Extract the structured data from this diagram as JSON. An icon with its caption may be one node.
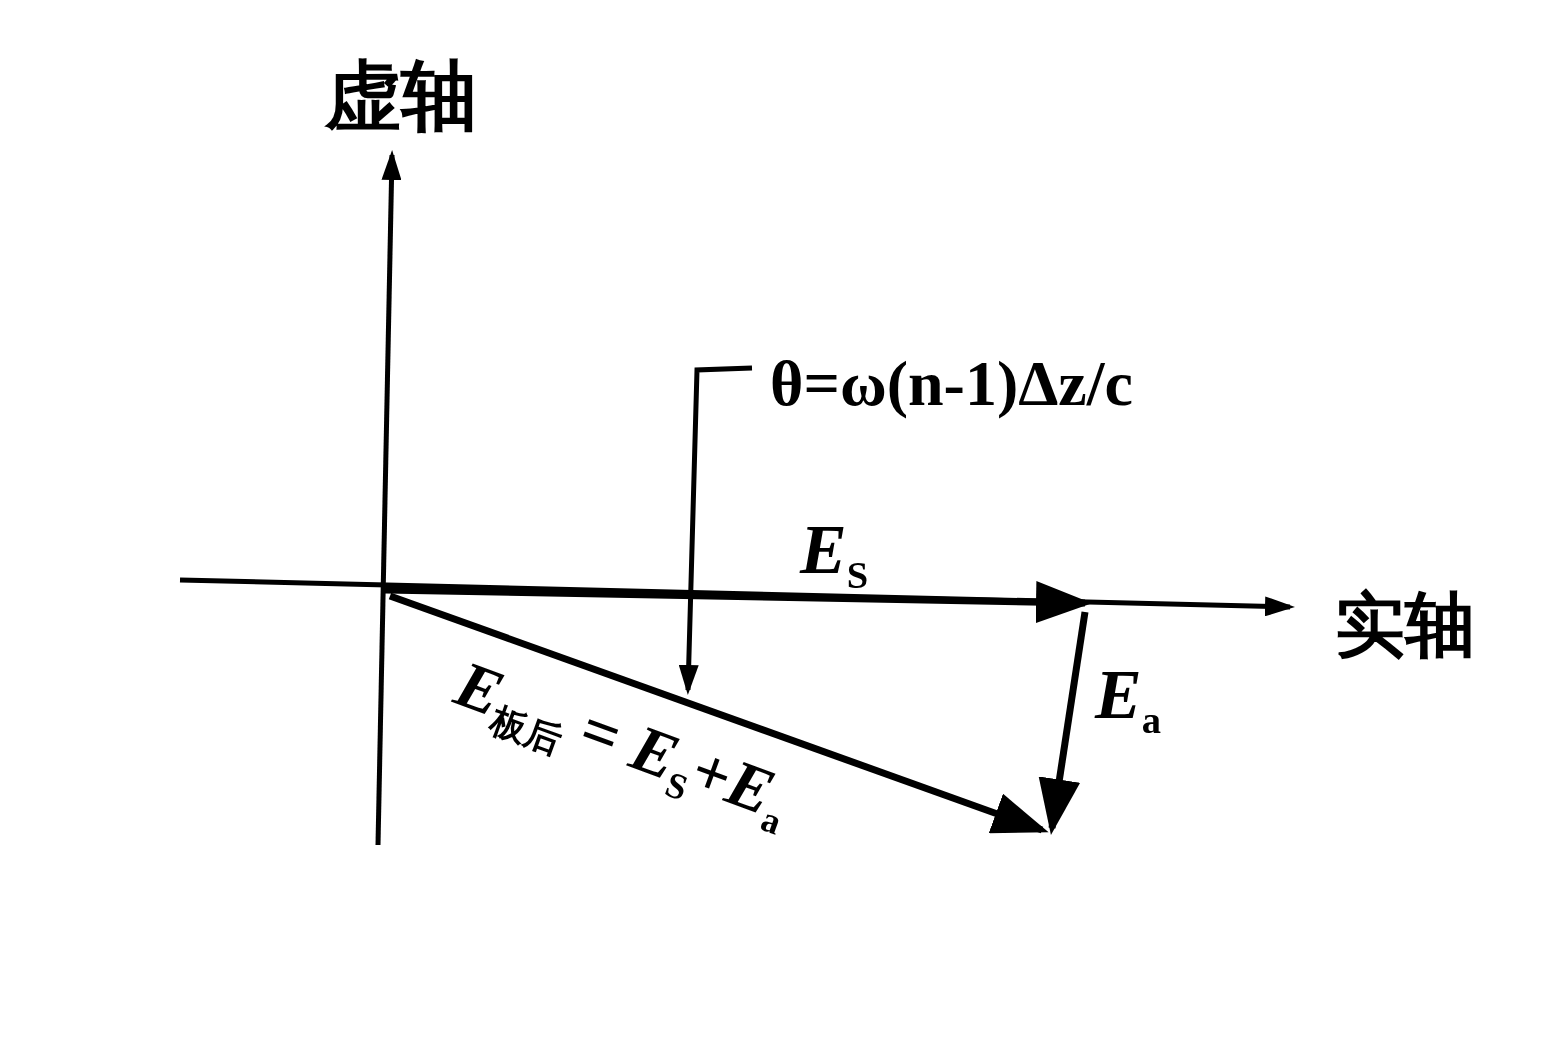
{
  "diagram": {
    "labels": [
      "虚轴",
      "θ=ω(n-1)Δz/c",
      "*E*$_{S}$",
      "实轴",
      "*E*$_{a}$",
      "*E*$_{板后}$ = *E*$_{S}$+*E*$_{a}$"
    ]
  }
}
